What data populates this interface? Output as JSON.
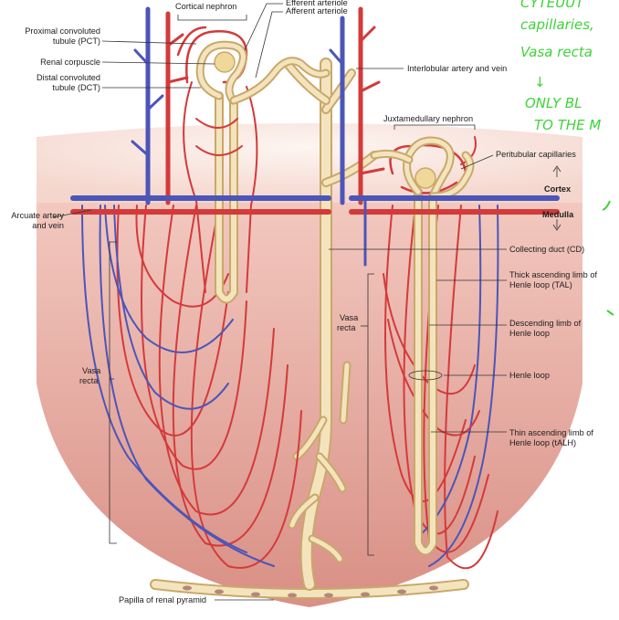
{
  "labels": {
    "cortical_nephron": "Cortical nephron",
    "efferent_arteriole": "Efferent arteriole",
    "afferent_arteriole": "Afferent arteriole",
    "pct_1": "Proximal convoluted",
    "pct_2": "tubule (PCT)",
    "renal_corpuscle": "Renal corpuscle",
    "dct_1": "Distal convoluted",
    "dct_2": "tubule (DCT)",
    "interlobular": "Interlobular artery and vein",
    "juxtamedullary": "Juxtamedullary nephron",
    "peritubular": "Peritubular capillaries",
    "cortex": "Cortex",
    "medulla": "Medulla",
    "arcuate_1": "Arcuate artery",
    "arcuate_2": "and vein",
    "collecting_duct": "Collecting duct (CD)",
    "tal_1": "Thick ascending limb of",
    "tal_2": "Henle loop (TAL)",
    "vasa_recta_center_1": "Vasa",
    "vasa_recta_center_2": "recta",
    "descending_1": "Descending limb of",
    "descending_2": "Henle loop",
    "vasa_recta_left_1": "Vasa",
    "vasa_recta_left_2": "recta",
    "henle_loop": "Henle loop",
    "thin_1": "Thin ascending limb of",
    "thin_2": "Henle loop (tALH)",
    "papilla": "Papilla of renal pyramid"
  },
  "handwritten": {
    "line1": "CYTEUUT",
    "line2": "capillaries,",
    "line3": "Vasa recta",
    "arrow": "↓",
    "line4": "ONLY BL",
    "line5": "TO THE M"
  },
  "colors": {
    "artery": "#d43a3a",
    "vein": "#4c55b8",
    "tubule": "#e9d49d",
    "medulla": "#e8b3a8",
    "cortex": "#fbefe9",
    "annotation": "#3fd23a"
  }
}
